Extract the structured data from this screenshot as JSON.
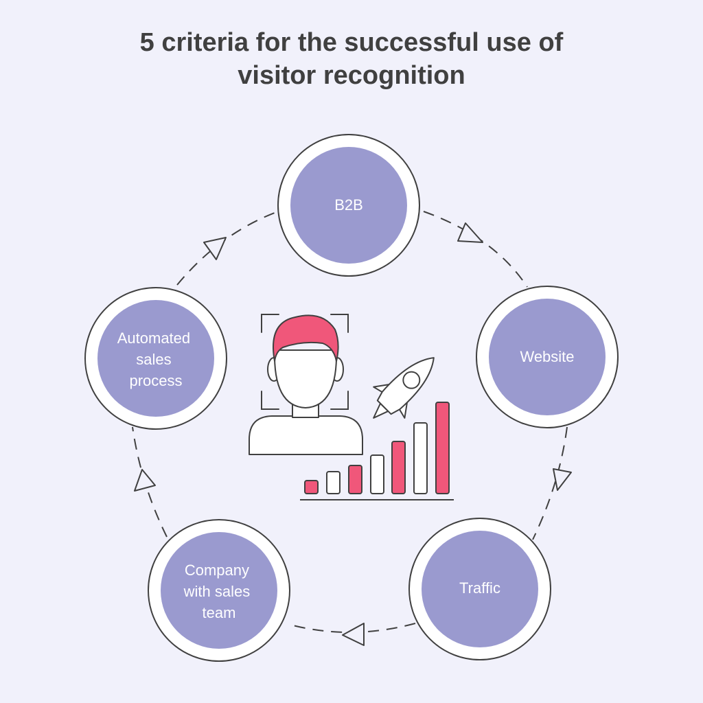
{
  "title": {
    "line1": "5 criteria for the successful use of",
    "line2": "visitor recognition"
  },
  "colors": {
    "background": "#f1f1fb",
    "node_fill": "#9a9acf",
    "accent": "#f0577a",
    "outline": "#404040",
    "text_dark": "#404040"
  },
  "criteria": [
    {
      "id": "b2b",
      "lines": [
        "B2B"
      ]
    },
    {
      "id": "website",
      "lines": [
        "Website"
      ]
    },
    {
      "id": "traffic",
      "lines": [
        "Traffic"
      ]
    },
    {
      "id": "company",
      "lines": [
        "Company",
        "with sales",
        "team"
      ]
    },
    {
      "id": "automated",
      "lines": [
        "Automated",
        "sales",
        "process"
      ]
    }
  ],
  "illustration": {
    "icons": [
      "person-icon",
      "face-scan-frame-icon",
      "rocket-icon",
      "bar-chart-icon"
    ]
  }
}
